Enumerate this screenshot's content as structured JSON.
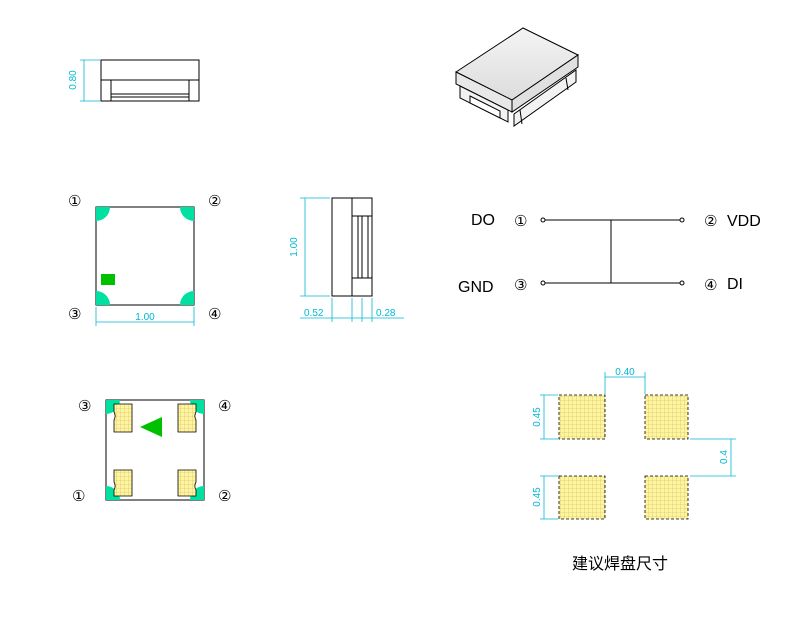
{
  "dimensions": {
    "height": "0.80",
    "width": "1.00",
    "side_height": "1.00",
    "side_left": "0.52",
    "side_right": "0.28",
    "pad_gap": "0.40",
    "pad_height_top": "0.45",
    "pad_height_bottom": "0.45",
    "pad_pitch": "0.4"
  },
  "pin_markers": {
    "p1": "①",
    "p2": "②",
    "p3": "③",
    "p4": "④"
  },
  "schematic": {
    "do": "DO",
    "vdd": "VDD",
    "gnd": "GND",
    "di": "DI"
  },
  "footprint": {
    "caption": "建议焊盘尺寸"
  },
  "colors": {
    "dimension": "#00b8d4",
    "pad_corner": "#00e0a0",
    "marker": "#00c000",
    "solder_pad": "#fff4a0"
  }
}
